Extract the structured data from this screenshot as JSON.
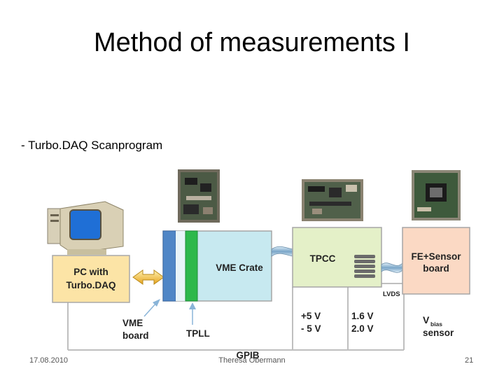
{
  "slide": {
    "title": "Method of measurements I",
    "bullet": "- Turbo.DAQ  Scanprogram",
    "footer_date": "17.08.2010",
    "footer_author": "Theresa Obermann",
    "page_number": "21"
  },
  "diagram": {
    "pc_box": {
      "line1": "PC with",
      "line2": "Turbo.DAQ",
      "color": "#fce4a6"
    },
    "vme_crate": {
      "label": "VME Crate",
      "color": "#c7e9f0"
    },
    "tpcc": {
      "label": "TPCC",
      "color": "#e4f0c8"
    },
    "fe_sensor": {
      "line1": "FE+Sensor",
      "line2": "board",
      "color": "#fbd9c4"
    },
    "vme_board": {
      "line1": "VME",
      "line2": "board"
    },
    "tpll": "TPLL",
    "lvds": "LVDS",
    "gpib": "GPIB",
    "supply_1": {
      "line1": "+5 V",
      "line2": "- 5 V"
    },
    "supply_2": {
      "line1": "1.6 V",
      "line2": "2.0 V"
    },
    "vbias": {
      "main": "V",
      "sub": "bias",
      "line2": "sensor"
    }
  }
}
